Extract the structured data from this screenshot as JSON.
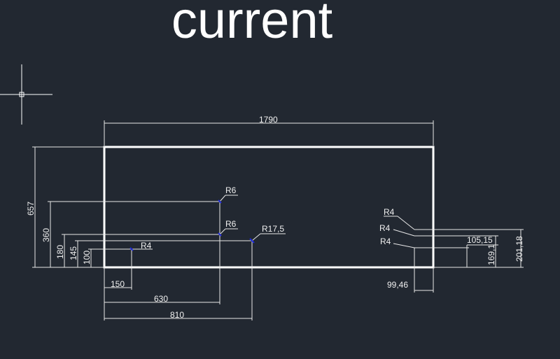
{
  "title": "current",
  "drawing": {
    "overall_length": "1790",
    "overall_height": "657",
    "dim_360": "360",
    "dim_180": "180",
    "dim_145": "145",
    "dim_100": "100",
    "dim_150": "150",
    "dim_630": "630",
    "dim_810": "810",
    "dim_99_46": "99,46",
    "dim_105_15": "105,15",
    "dim_169_1": "169,1",
    "dim_201_18": "201,18",
    "radius_r6_upper": "R6",
    "radius_r6_lower": "R6",
    "radius_r17_5": "R17,5",
    "radius_r4_left": "R4",
    "radius_r4_right_1": "R4",
    "radius_r4_right_2": "R4",
    "radius_r4_right_3": "R4"
  },
  "colors": {
    "background": "#222831",
    "geometry": "#ffffff",
    "dimension": "#e8e8e8",
    "marker": "#1f2bd8"
  }
}
